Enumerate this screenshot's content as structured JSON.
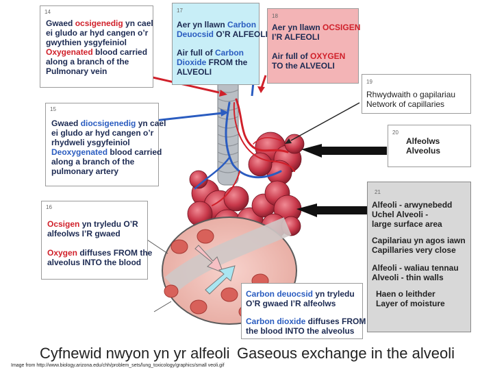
{
  "boxes": {
    "b14": {
      "num": "14",
      "l1a": "Gwaed ",
      "l1b": "ocsigenedig",
      "l1c": " yn cael",
      "l2": "ei gludo ar hyd cangen o’r",
      "l3": "gwythien ysgyfeiniol",
      "l4a": "Oxygenated",
      "l4b": " blood carried",
      "l5": "along a branch of the",
      "l6": "Pulmonary vein"
    },
    "b15": {
      "num": "15",
      "l1a": "Gwaed ",
      "l1b": "diocsigenedig",
      "l1c": " yn cael",
      "l2": "ei gludo ar hyd cangen o’r",
      "l3": "rhydweli ysgyfeiniol",
      "l4a": "Deoxygenated",
      "l4b": " blood carried",
      "l5": "along a branch of the",
      "l6": "pulmonary artery"
    },
    "b16": {
      "num": "16",
      "l1a": "Ocsigen",
      "l1b": " yn tryledu O’R",
      "l2": "alfeolws I’R gwaed",
      "l3a": "Oxygen",
      "l3b": " diffuses FROM the",
      "l4": "alveolus INTO the blood"
    },
    "b17": {
      "num": "17",
      "l1a": "Aer yn llawn ",
      "l1b": "Carbon",
      "l2a": "Deuocsid",
      "l2b": " O’R ALFEOLI",
      "l3a": "Air full of ",
      "l3b": "Carbon",
      "l4a": "Dioxide",
      "l4b": " FROM the",
      "l5": "ALVEOLI"
    },
    "b18": {
      "num": "18",
      "l1a": "Aer yn llawn ",
      "l1b": "OCSIGEN",
      "l2": "I’R ALFEOLI",
      "l3a": "Air full of ",
      "l3b": "OXYGEN",
      "l4": "TO the ALVEOLI"
    },
    "b19": {
      "num": "19",
      "l1": "Rhwydwaith o gapilariau",
      "l2": "Network of capillaries"
    },
    "b20": {
      "num": "20",
      "l1": "Alfeolws",
      "l2": "Alveolus"
    },
    "b21": {
      "num": "21",
      "l1": "Alfeoli - arwynebedd",
      "l2": "Uchel  Alveoli -",
      "l3": "large surface area",
      "l4": "Capilariau yn agos iawn",
      "l5": "Capillaries very close",
      "l6": "Alfeoli - waliau tennau",
      "l7": "Alveoli - thin walls",
      "l8": "Haen o leithder",
      "l9": "Layer of moisture"
    },
    "b22": {
      "l1a": "Carbon deuocsid",
      "l1b": " yn tryledu",
      "l2": "O’R gwaed I’R alfeolws",
      "l3a": "Carbon dioxide",
      "l3b": " diffuses FROM",
      "l4": "the blood INTO the alveolus"
    }
  },
  "footer": {
    "title_cy": "Cyfnewid nwyon yn yr alfeoli",
    "title_en": "Gaseous exchange in the alveoli",
    "source": "Image from http://www.biology.arizona.edu/chh/problem_sets/lung_toxicology/graphics/small veoli.gif"
  },
  "colors": {
    "red": "#d0202a",
    "blue": "#2a5cc0",
    "box17_bg": "#c8eef7",
    "box18_bg": "#f3b4b6",
    "box21_bg": "#d8d8d8",
    "alveoli": "#c23a4a"
  }
}
